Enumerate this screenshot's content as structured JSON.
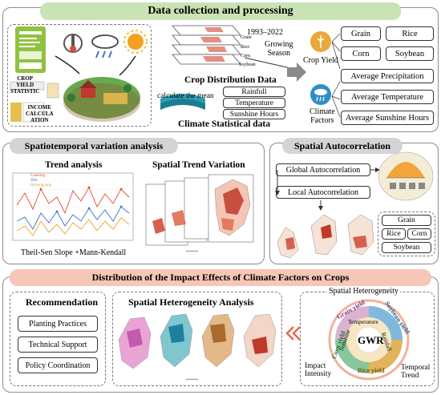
{
  "sections": {
    "data_collection": {
      "title": "Data collection and processing",
      "years": "1993–2022",
      "growing_season": "Growing\nSeason",
      "layer_labels": [
        "Grain",
        "Rice",
        "Corn",
        "Soybean"
      ],
      "crop_distribution_title": "Crop Distribution Data",
      "calculate_mean": "calculate the mean",
      "climate_boxes": [
        "Rainfull",
        "Temperature",
        "Sunshine Hours"
      ],
      "climate_stat_title": "Climate Statistical data",
      "crop_yield_label": "Crop Yield",
      "climate_factors_label": "Climate\nFactors",
      "crop_options": [
        "Grain",
        "Rice",
        "Corn",
        "Soybean"
      ],
      "factor_options": [
        "Average Precipitation",
        "Average Temperature",
        "Average Sunshine Hours"
      ],
      "crop_yield_statistic": "CROP\nYIELD\nSTATISTIC",
      "income_calculation": "INCOME\nCALCULA\nATION"
    },
    "spatiotemporal": {
      "title": "Spatiotemporal variation analysis",
      "trend_analysis": "Trend analysis",
      "spatial_trend_variation": "Spatial Trend Variation",
      "method": "Theil-Sen Slope +Mann-Kendall",
      "ellipsis": "......",
      "legend": [
        "Liaoning",
        "Jilin",
        "Heilongjiang"
      ]
    },
    "spatial_autocorrelation": {
      "title": "Spatial Autocorrelation",
      "global": "Global Autocorrelation",
      "local": "Local Autocorrelation",
      "crops": [
        "Grain",
        "Rice",
        "Corn",
        "Soybean"
      ]
    },
    "impact": {
      "title": "Distribution of the Impact Effects of Climate Factors on Crops",
      "recommendation": "Recommendation",
      "recommendations": [
        "Planting Practices",
        "Technical Support",
        "Policy Coordination"
      ],
      "heterogeneity_analysis": "Spatial Heterogeneity Analysis",
      "ellipsis": "......",
      "spatial_heterogeneity": "Spatial Heterogeneity",
      "gwr": "GWR",
      "ring_outer": [
        "Grain yield",
        "Soybean yield",
        "Rice yield",
        "Corn yield"
      ],
      "ring_inner": [
        "Temperature",
        "Rainfall",
        "Sunshine"
      ],
      "impact_intensity": "Impact\nIntensity",
      "temporal_trend": "Temporal\nTrend"
    }
  },
  "colors": {
    "header_green": "#c9e3b4",
    "header_gray": "#d4d4d4",
    "header_pink": "#f6c6b6",
    "arrow_gray": "#8a8a8a",
    "crop_yield_icon": "#e8a93a",
    "climate_icon": "#2f8ec9",
    "red_arrow": "#e46a4c"
  }
}
